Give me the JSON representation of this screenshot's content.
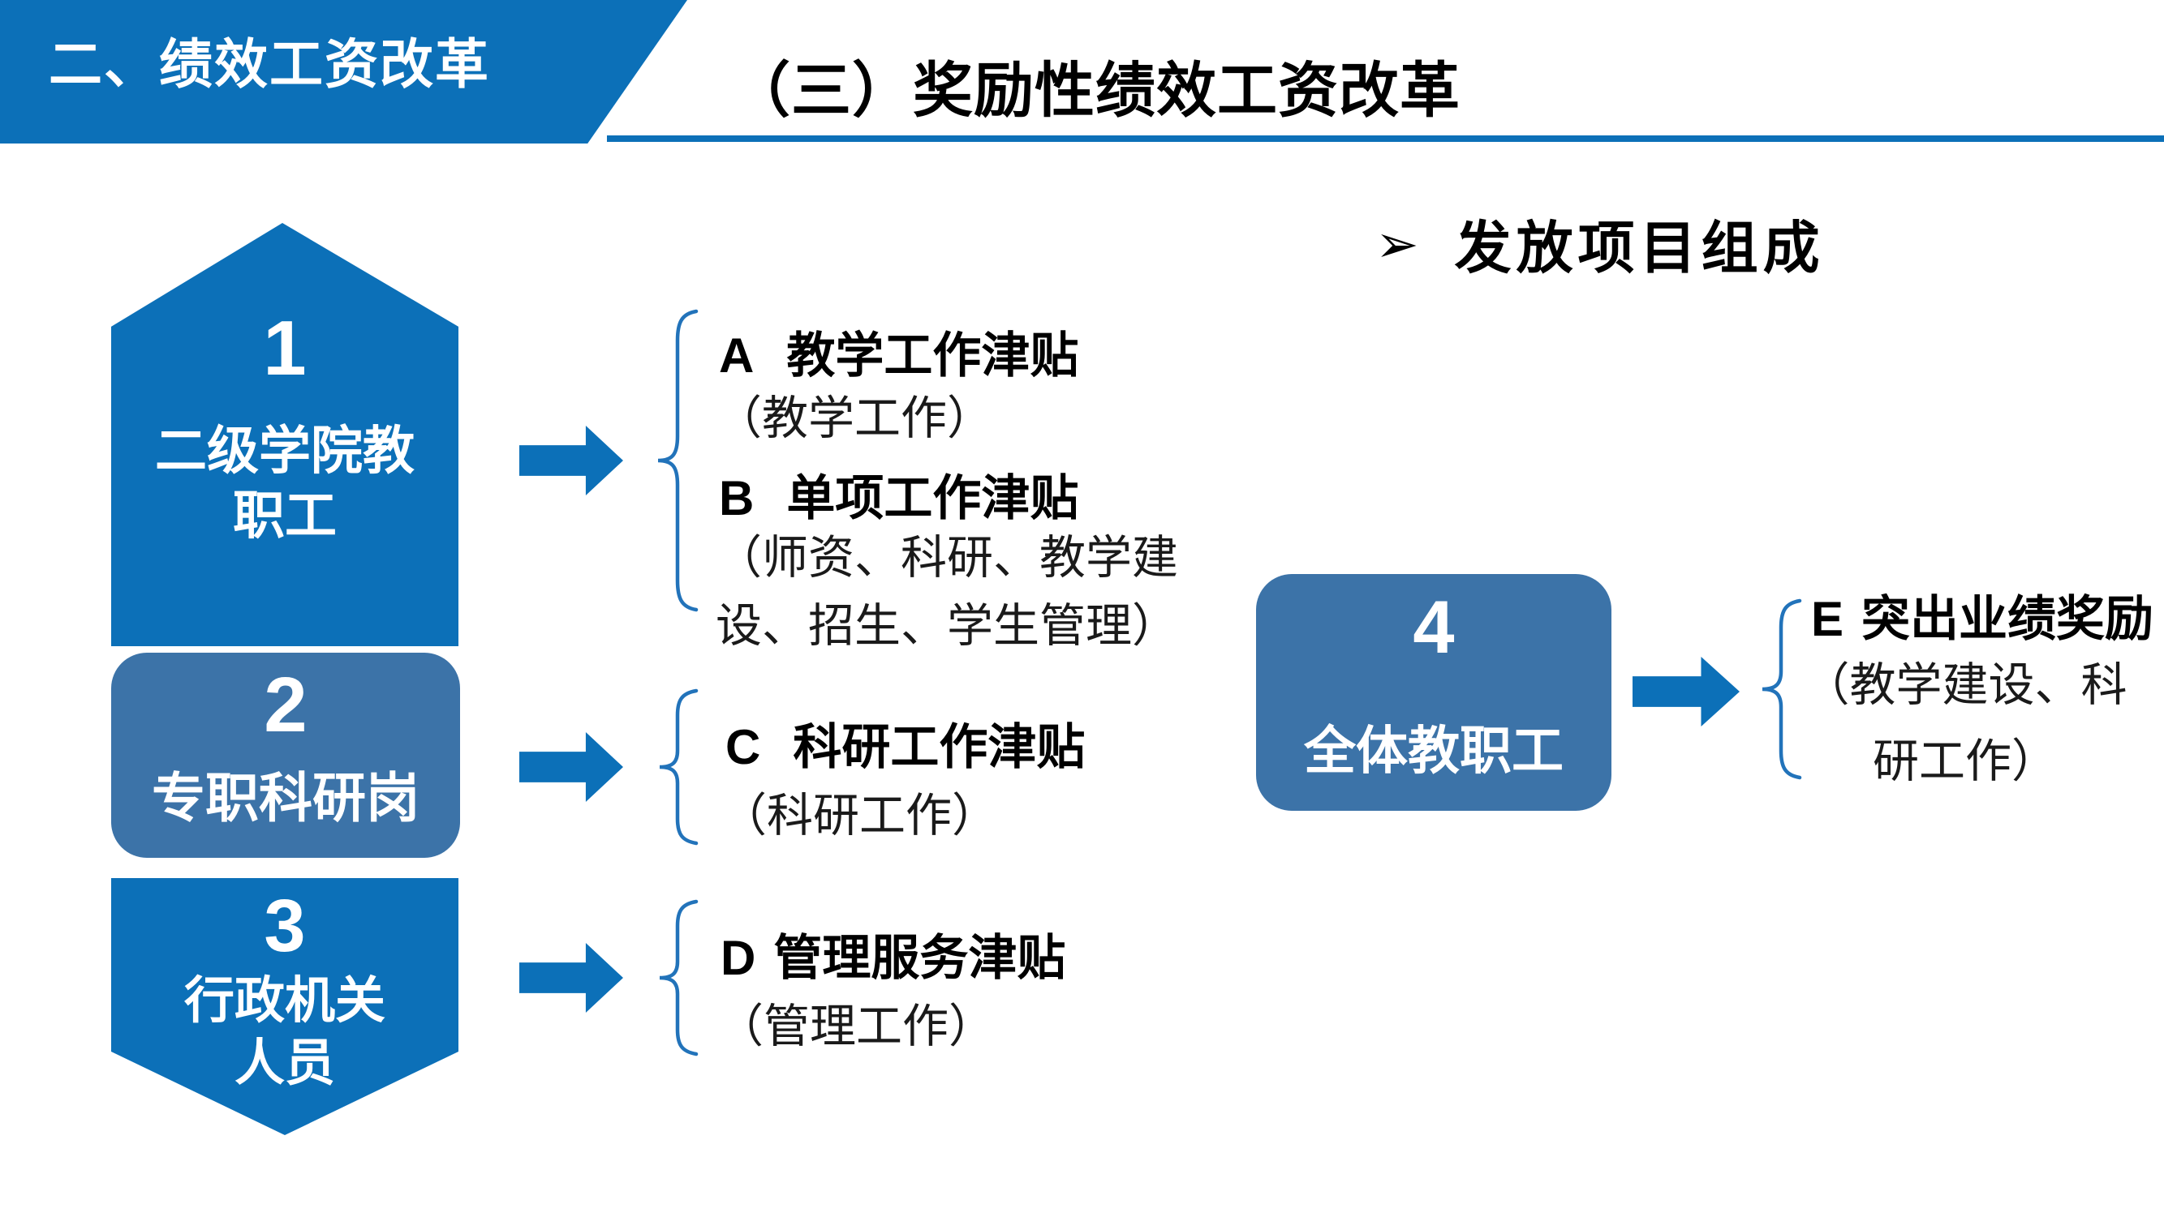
{
  "colors": {
    "bright_blue": "#0C70B8",
    "muted_blue": "#3C73A8",
    "brace_blue": "#2273BA",
    "text_black": "#1A1A1A"
  },
  "banner": {
    "label": "二、绩效工资改革"
  },
  "header": {
    "title": "（三）奖励性绩效工资改革"
  },
  "section": {
    "bullet": "➢",
    "heading": "发放项目组成"
  },
  "groups": [
    {
      "number": "1",
      "lines": [
        "二级学院教",
        "职工"
      ]
    },
    {
      "number": "2",
      "lines": [
        "专职科研岗"
      ]
    },
    {
      "number": "3",
      "lines": [
        "行政机关",
        "人员"
      ]
    },
    {
      "number": "4",
      "lines": [
        "全体教职工"
      ]
    }
  ],
  "items": {
    "a": {
      "code": "A",
      "title": "教学工作津贴",
      "details": [
        "（教学工作）"
      ]
    },
    "b": {
      "code": "B",
      "title": "单项工作津贴",
      "details": [
        "（师资、科研、教学建",
        "设、招生、学生管理）"
      ]
    },
    "c": {
      "code": "C",
      "title": "科研工作津贴",
      "details": [
        "（科研工作）"
      ]
    },
    "d": {
      "code": "D",
      "title": "管理服务津贴",
      "details": [
        "（管理工作）"
      ]
    },
    "e": {
      "code": "E",
      "title": "突出业绩奖励",
      "details": [
        "（教学建设、科",
        "研工作）"
      ]
    }
  }
}
